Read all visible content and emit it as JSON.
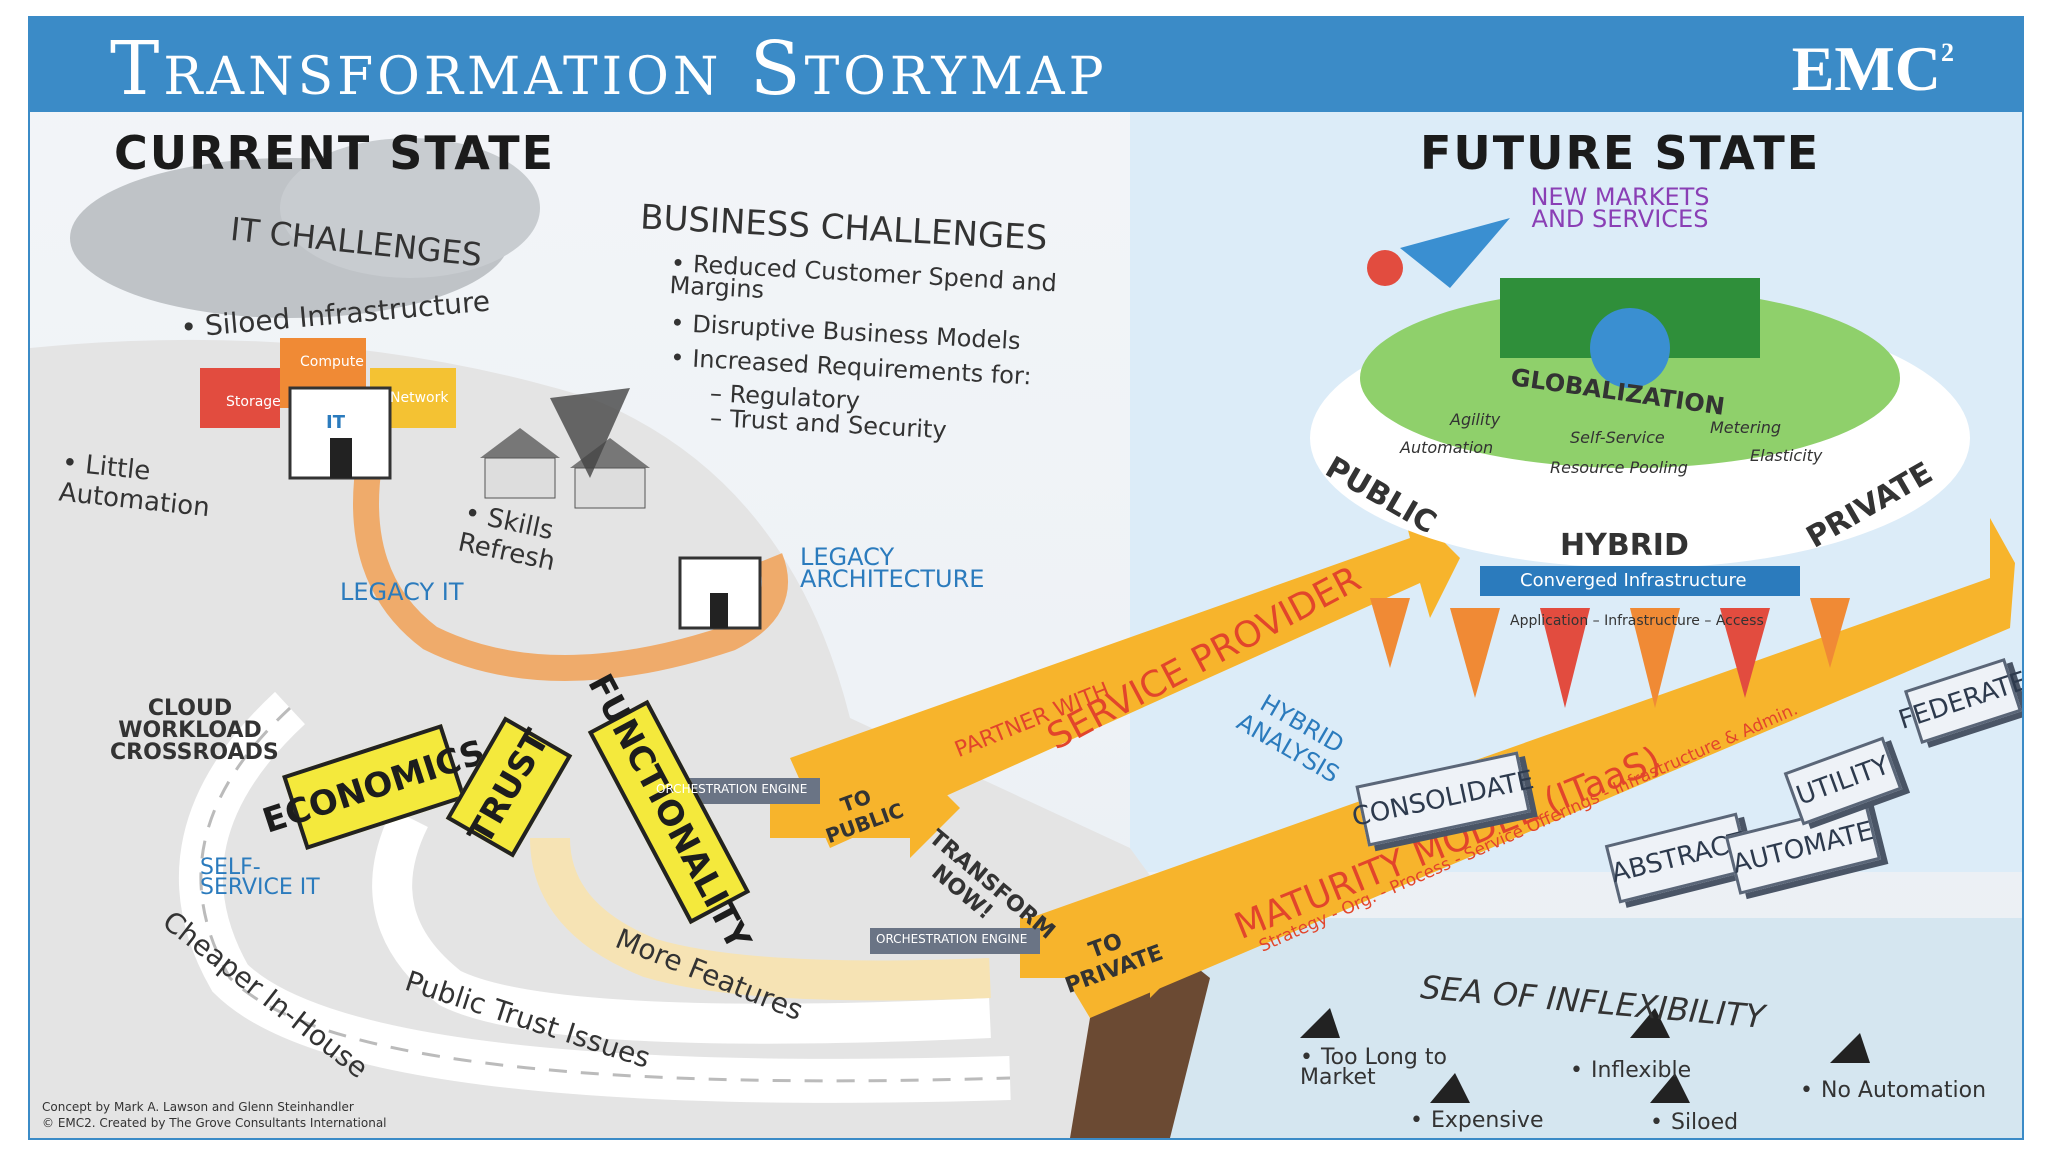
{
  "header": {
    "title": "Transformation Storymap",
    "logo": "EMC",
    "logo_super": "2"
  },
  "current_state": {
    "heading": "CURRENT STATE",
    "it_challenges": {
      "title": "IT CHALLENGES",
      "items": [
        "Siloed Infrastructure",
        "Little Automation",
        "Skills Refresh"
      ]
    },
    "silos": [
      "Storage",
      "Compute",
      "Network",
      "IT"
    ],
    "legacy_it": "LEGACY IT",
    "legacy_architecture": "LEGACY ARCHITECTURE",
    "crossroads": "CLOUD WORKLOAD CROSSROADS",
    "self_service": "SELF-SERVICE IT",
    "signs": [
      "ECONOMICS",
      "TRUST",
      "FUNCTIONALITY"
    ],
    "roads": [
      "Cheaper In-House",
      "Public Trust Issues",
      "More Features"
    ],
    "orchestration": "ORCHESTRATION ENGINE"
  },
  "business_challenges": {
    "title": "BUSINESS CHALLENGES",
    "items": [
      "Reduced Customer Spend and Margins",
      "Disruptive Business Models",
      "Increased Requirements for:"
    ],
    "sub_items": [
      "– Regulatory",
      "– Trust and Security"
    ]
  },
  "future_state": {
    "heading": "FUTURE STATE",
    "new_markets": "NEW MARKETS AND SERVICES",
    "globalization": "GLOBALIZATION",
    "capabilities": [
      "Agility",
      "Self-Service",
      "Metering",
      "Automation",
      "Resource Pooling",
      "Elasticity"
    ],
    "clouds": [
      "PUBLIC",
      "HYBRID",
      "PRIVATE"
    ],
    "converged": "Converged Infrastructure",
    "layers": "Application – Infrastructure – Access",
    "hybrid_analysis": "HYBRID ANALYSIS"
  },
  "arrows": {
    "to_public": "TO PUBLIC",
    "to_private": "TO PRIVATE",
    "partner": "PARTNER WITH",
    "service_provider": "SERVICE PROVIDER",
    "transform": "TRANSFORM NOW!",
    "maturity": "MATURITY MODEL (ITaaS)",
    "maturity_sub": "Strategy - Org. - Process - Service Offerings - Infrastructure & Admin."
  },
  "maturity_steps": [
    "CONSOLIDATE",
    "ABSTRACT",
    "AUTOMATE",
    "UTILITY",
    "FEDERATE"
  ],
  "sea": {
    "title": "SEA OF INFLEXIBILITY",
    "items": [
      "Too Long to Market",
      "Inflexible",
      "No Automation",
      "Expensive",
      "Siloed"
    ]
  },
  "credits": [
    "Concept by Mark A. Lawson and Glenn Steinhandler",
    "© EMC2. Created by The Grove Consultants International"
  ],
  "colors": {
    "header": "#3b8bc7",
    "arrow": "#f7b42c",
    "sign": "#f4e93c",
    "green": "#3a9a3a"
  }
}
